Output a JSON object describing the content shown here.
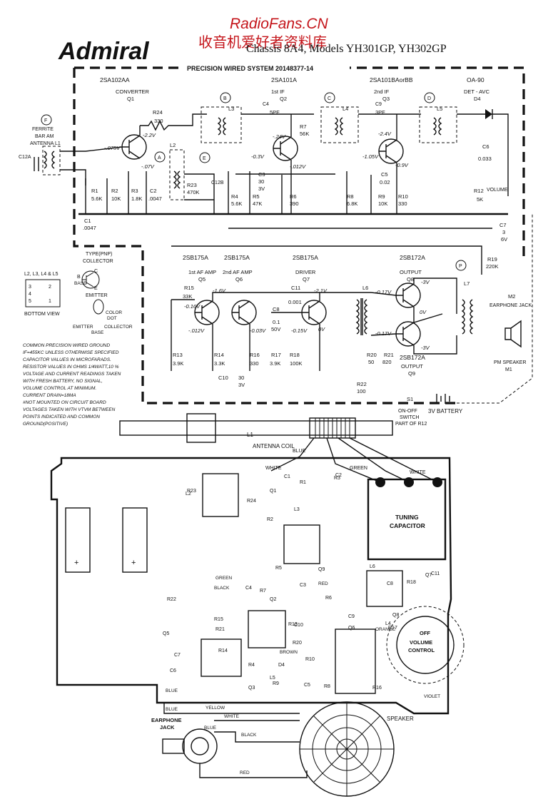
{
  "watermark": {
    "site": "RadioFans.CN",
    "cn": "收音机爱好者资料库"
  },
  "header": {
    "brand": "Admiral",
    "chassis": "Chassis 8A4, Models YH301GP, YH302GP"
  },
  "system_label": "PRECISION WIRED SYSTEM 20148377-14",
  "transistors": {
    "q1": {
      "type": "2SA102AA",
      "role": "CONVERTER",
      "ref": "Q1",
      "vb": "-.075V",
      "vc": "-2.2V",
      "ve": "-.07V"
    },
    "q2": {
      "type": "2SA101A",
      "role": "1st IF",
      "ref": "Q2",
      "vb": "-0.3V",
      "vc": "-.24V",
      "ve": "-.012V"
    },
    "q3": {
      "type": "2SA101BAorBB",
      "role": "2nd IF",
      "ref": "Q3",
      "vb": "-1.05V",
      "vc": "-2.4V",
      "ve": "-0.9V"
    },
    "q4": {
      "type": "OA-90",
      "role": "DET - AVC",
      "ref": "D4"
    },
    "q5": {
      "type": "2SB175A",
      "role": "1st AF AMP",
      "ref": "Q5",
      "vc": "-1.6V",
      "vb": "-0.16V",
      "ve": "-.012V"
    },
    "q6": {
      "type": "2SB175A",
      "role": "2nd AF AMP",
      "ref": "Q6",
      "ve": "-0.03V"
    },
    "q7": {
      "type": "2SB175A",
      "role": "DRIVER",
      "ref": "Q7",
      "vc": "-2.1V",
      "vb": "-0.15V",
      "ve": "0V"
    },
    "q8": {
      "type": "2SB172A",
      "role": "OUTPUT",
      "ref": "Q8",
      "vb": "-0.17V",
      "vc": "-3V",
      "ve": "0V"
    },
    "q9": {
      "type": "2SB172A",
      "role": "OUTPUT",
      "ref": "Q9",
      "vb": "-0.17V",
      "vc": "-3V"
    }
  },
  "components": {
    "c12a": "C12A",
    "ferrite": [
      "FERRITE",
      "BAR AM",
      "ANTENNA L1"
    ],
    "r24": [
      "R24",
      "330"
    ],
    "c4": "C4",
    "c4v": "5PF",
    "c9": "C9",
    "c9v": "3PF",
    "r7": [
      "R7",
      "56K"
    ],
    "c3": [
      "C3",
      "30",
      "3V"
    ],
    "c5": [
      "C5",
      "0.02"
    ],
    "c6": [
      "C6",
      "0.033"
    ],
    "r1": [
      "R1",
      "5.6K"
    ],
    "r2": [
      "R2",
      "10K"
    ],
    "r3": [
      "R3",
      "1.8K"
    ],
    "c2": [
      "C2",
      ".0047"
    ],
    "r23": [
      "R23",
      "470K"
    ],
    "c12b": "C12B",
    "r4": [
      "R4",
      "5.6K"
    ],
    "r5": [
      "R5",
      "47K"
    ],
    "r6": [
      "R6",
      "390"
    ],
    "r8": [
      "R8",
      "6.8K"
    ],
    "r9": [
      "R9",
      "10K"
    ],
    "r10": [
      "R10",
      "330"
    ],
    "r12": [
      "R12",
      "5K"
    ],
    "volume": "VOLUME",
    "c1": [
      "C1",
      ".0047"
    ],
    "c7": [
      "C7",
      "3",
      "6V"
    ],
    "r19": [
      "R19",
      "220K"
    ],
    "r15": [
      "R15",
      "33K"
    ],
    "c11": [
      "C11",
      "0.001"
    ],
    "c8": [
      "C8",
      "0.1",
      "50V"
    ],
    "r13": [
      "R13",
      "3.9K"
    ],
    "r14": [
      "R14",
      "3.3K"
    ],
    "r16": [
      "R16",
      "330"
    ],
    "r17": [
      "R17",
      "3.9K"
    ],
    "r18": [
      "R18",
      "100K"
    ],
    "r20": [
      "R20",
      "50"
    ],
    "r21": [
      "R21",
      "820"
    ],
    "r22": [
      "R22",
      "100"
    ],
    "c10": [
      "C10",
      "30",
      "3V"
    ],
    "l6": "L6",
    "l7": "L7",
    "m2": [
      "M2",
      "EARPHONE JACK"
    ],
    "m1": [
      "PM SPEAKER",
      "M1"
    ],
    "s1": [
      "S1",
      "ON-OFF",
      "SWITCH",
      "PART OF R12"
    ],
    "battery": "3V BATTERY"
  },
  "coils": {
    "l2": "L2",
    "l3": "L3",
    "l4": "L4",
    "l5": "L5"
  },
  "test_points": [
    "F",
    "A",
    "B",
    "C",
    "D",
    "E",
    "P"
  ],
  "pinout": {
    "title": "TYPE(PNP)",
    "collector": "COLLECTOR",
    "base": "BASE",
    "emitter": "EMITTER",
    "b": "B",
    "c": "C",
    "e": "E",
    "coil_title": "L2, L3, L4 & L5",
    "pins": [
      "3",
      "4",
      "5",
      "2",
      "1"
    ],
    "bottom": "BOTTOM VIEW",
    "dot": [
      "COLOR",
      "DOT"
    ],
    "collector2": "COLLECTOR",
    "emitter2": "EMITTER",
    "base2": "BASE"
  },
  "notes": [
    "COMMON PRECISION WIRED GROUND",
    "IF=455KC UNLESS OTHERWISE SPECIFIED",
    "CAPACITOR VALUES IN MICROFARADS.",
    "RESISTOR VALUES IN OHMS 1/4WATT,10 %",
    "VOLTAGE AND CURRENT READINGS TAKEN",
    "WITH FRESH BATTERY, NO SIGNAL,",
    "VOLUME CONTROL AT MINIMUM.",
    "CURRENT DRAIN=18MA",
    "#NOT MOUNTED ON CIRCUIT BOARD",
    "VOLTAGES TAKEN WITH VTVM BETWEEN",
    "POINTS INDICATED AND COMMON",
    "GROUND(POSITIVE)"
  ],
  "layout": {
    "antenna_l1": "L1",
    "antenna_coil": "ANTENNA COIL",
    "wires": {
      "blue": "BLUE",
      "white": "WHITE",
      "green": "GREEN",
      "black": "BLACK",
      "brown": "BROWN",
      "orange": "ORANGE",
      "violet": "VIOLET",
      "yellow": "YELLOW",
      "red": "RED"
    },
    "tuning": [
      "TUNING",
      "CAPACITOR"
    ],
    "volume": [
      "OFF",
      "VOLUME",
      "CONTROL"
    ],
    "earphone": [
      "EARPHONE",
      "JACK"
    ],
    "speaker": "SPEAKER",
    "parts": [
      "L2",
      "R23",
      "R24",
      "Q1",
      "C1",
      "R1",
      "R3",
      "C2",
      "R2",
      "L3",
      "R5",
      "Q9",
      "R18",
      "L6",
      "C8",
      "C11",
      "Q7",
      "R22",
      "C4",
      "C3",
      "R7",
      "Q2",
      "R6",
      "Q8",
      "R13",
      "R15",
      "R21",
      "C10",
      "C9",
      "L4",
      "Q5",
      "R20",
      "C7",
      "C6",
      "R14",
      "R4",
      "D4",
      "L5",
      "Q3",
      "R9",
      "R10",
      "C5",
      "R8",
      "Q6",
      "R16",
      "R17",
      "L7",
      "R19",
      "R12"
    ],
    "plus": "+"
  }
}
